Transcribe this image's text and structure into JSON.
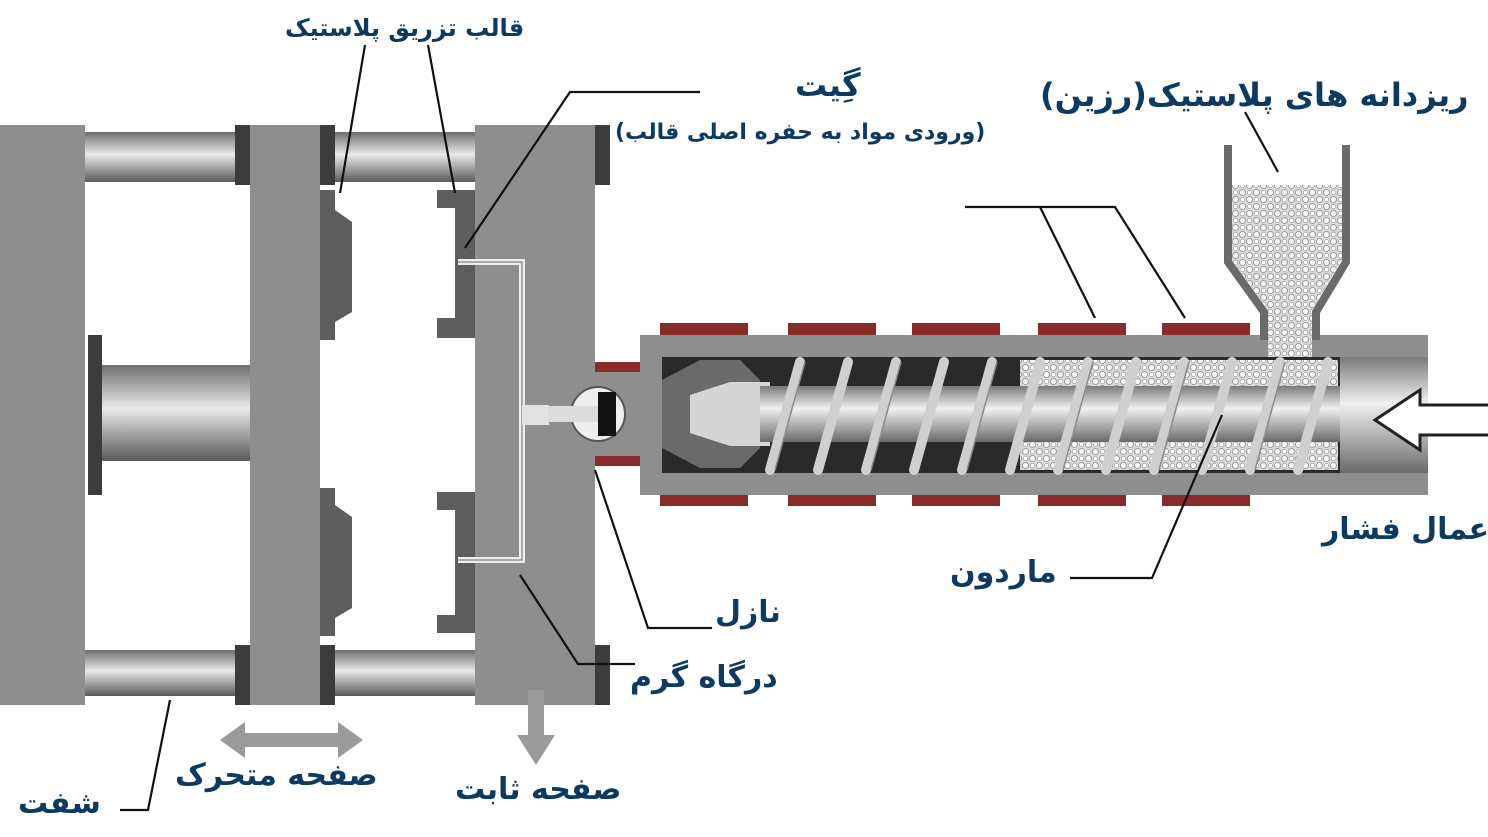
{
  "labels": {
    "mold": "قالب تزریق پلاستیک",
    "gate_title": "گِیت",
    "gate_sub": "(ورودی مواد به حفره اصلی قالب)",
    "resin": "ریزدانه های پلاستیک(رزین)",
    "pressure": "عمال فشار",
    "screw": "ماردون",
    "nozzle": "نازل",
    "hot_runner": "درگاه گرم",
    "fixed_plate": "صفحه ثابت",
    "moving_plate": "صفحه متحرک",
    "shaft": "شفت"
  },
  "colors": {
    "label": "#0d3a63",
    "plate": "#8e8e8e",
    "dark": "#3c3c3c",
    "heater": "#8a2b2b",
    "leader": "#111111"
  }
}
